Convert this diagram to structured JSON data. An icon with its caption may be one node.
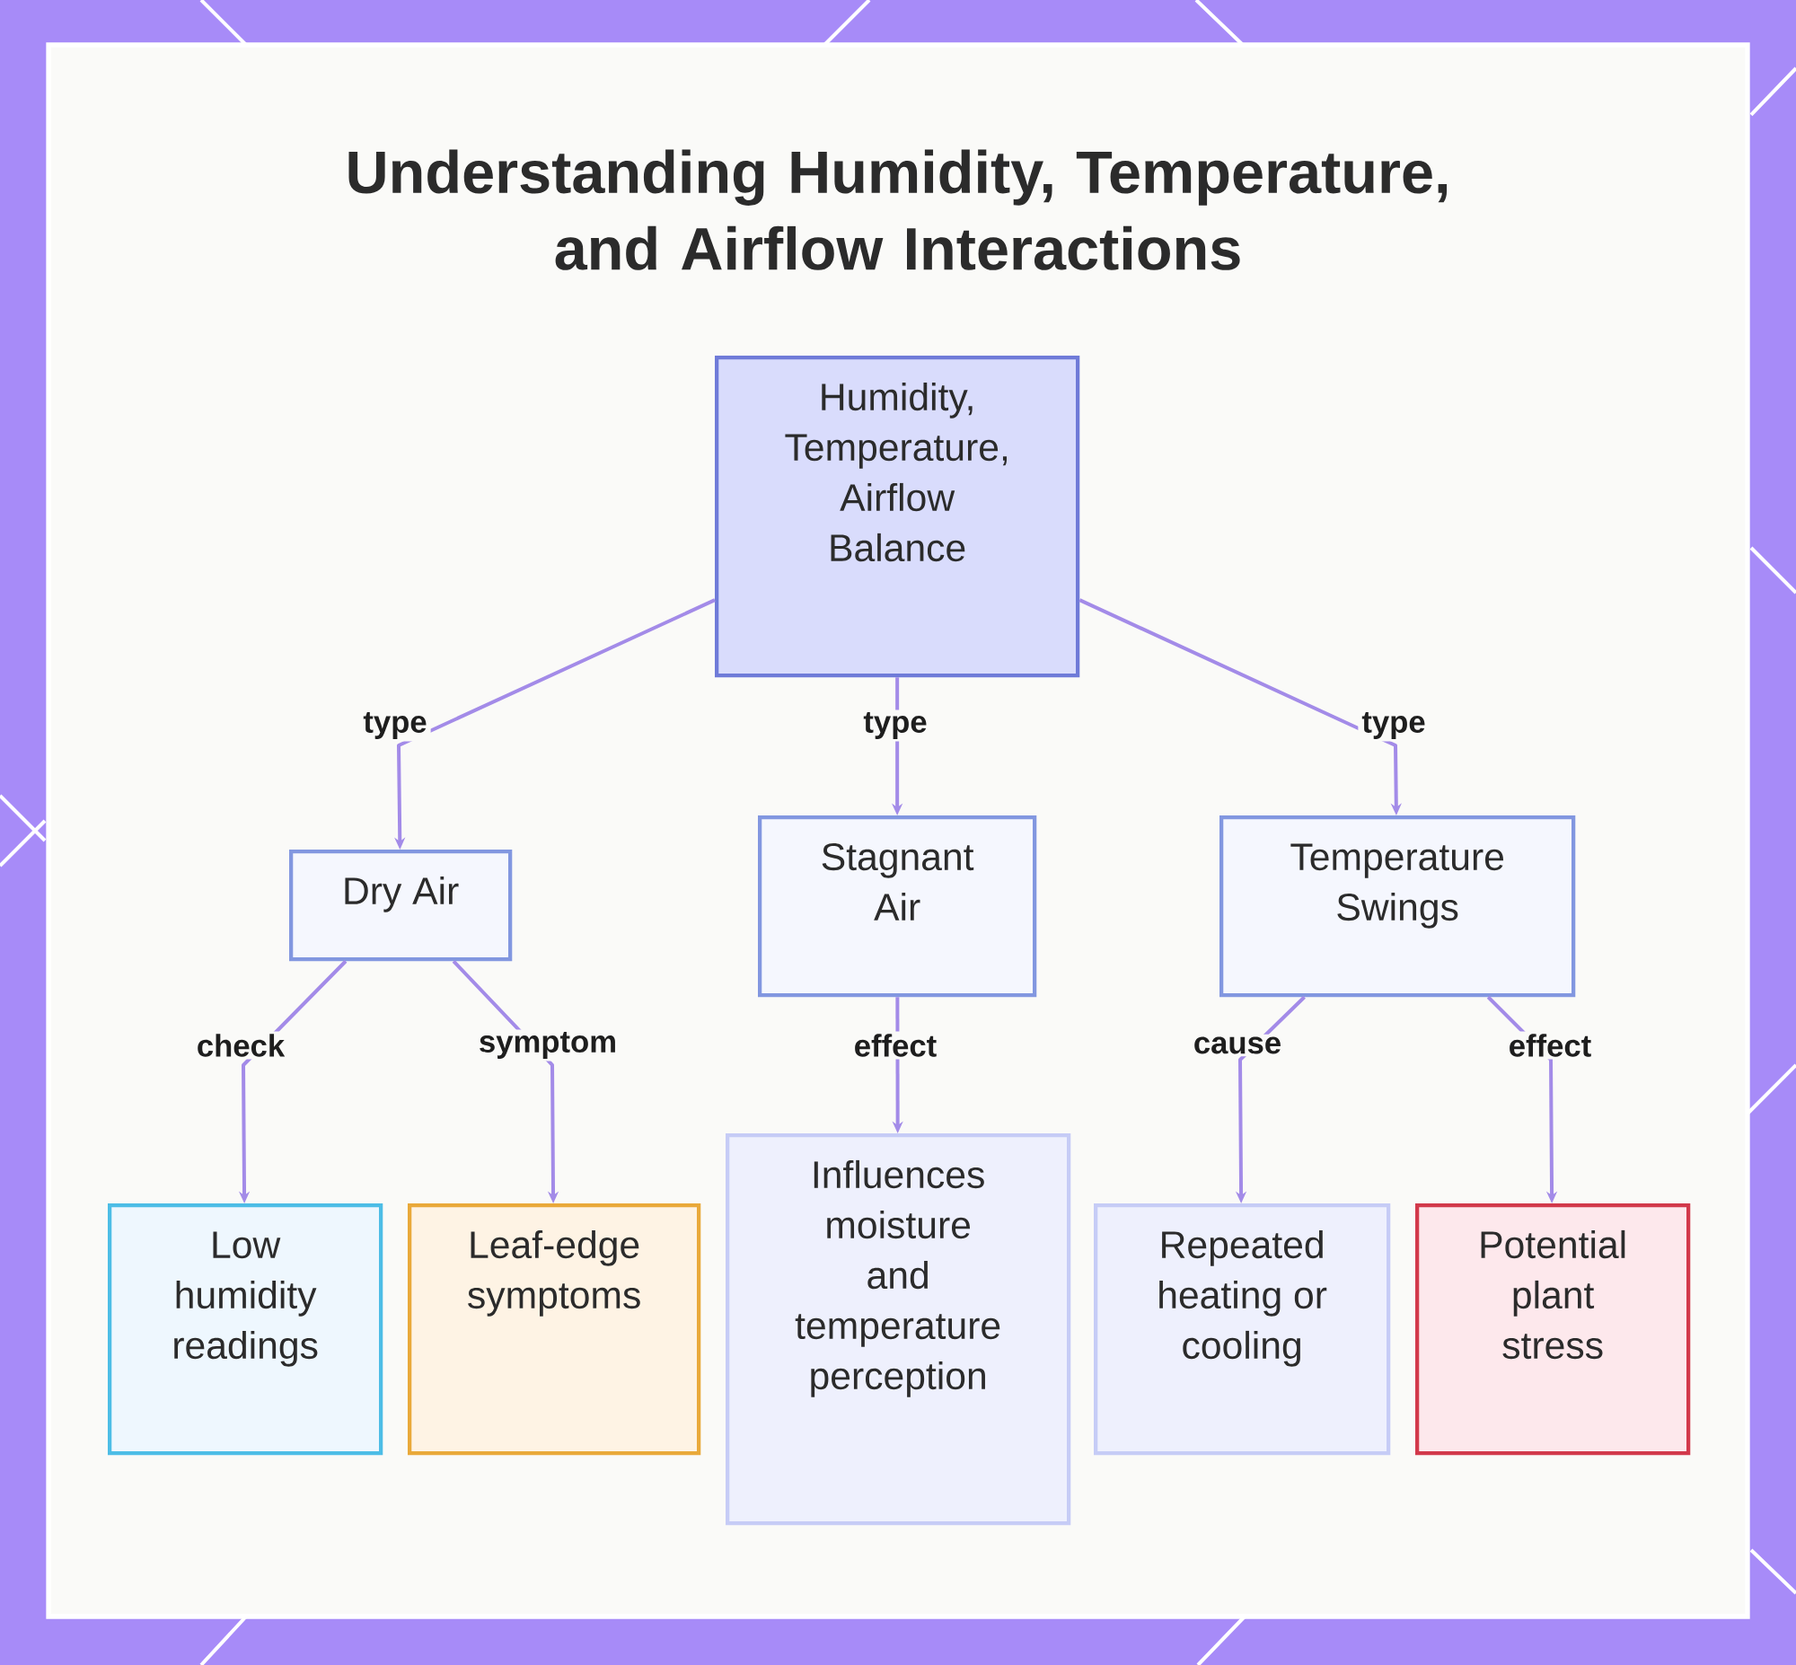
{
  "diagram": {
    "title": "Understanding Humidity, Temperature, and Airflow Interactions",
    "nodes": [
      {
        "text": [
          "Humidity, Temperature, Airflow Balance"
        ]
      },
      {
        "text": [
          "Dry Air"
        ]
      },
      {
        "text": [
          "Stagnant Air"
        ]
      },
      {
        "text": [
          "Temperature Swings"
        ]
      },
      {
        "text": [
          "Low humidity readings"
        ]
      },
      {
        "text": [
          "Leaf-edge symptoms"
        ]
      },
      {
        "text": [
          "Influences moisture and temperature perception"
        ]
      },
      {
        "text": [
          "Repeated heating or cooling"
        ]
      },
      {
        "text": [
          "Potential plant stress"
        ]
      }
    ],
    "edges": [
      {
        "from": 0,
        "to": 1,
        "arrow": "to",
        "label": "type"
      },
      {
        "from": 0,
        "to": 2,
        "arrow": "to",
        "label": "type"
      },
      {
        "from": 0,
        "to": 3,
        "arrow": "to",
        "label": "type"
      },
      {
        "from": 1,
        "to": 4,
        "arrow": "to",
        "label": "check"
      },
      {
        "from": 1,
        "to": 5,
        "arrow": "to",
        "label": "symptom"
      },
      {
        "from": 2,
        "to": 6,
        "arrow": "to",
        "label": "effect"
      },
      {
        "from": 3,
        "to": 7,
        "arrow": "to",
        "label": "cause"
      },
      {
        "from": 3,
        "to": 8,
        "arrow": "to",
        "label": "effect"
      }
    ]
  }
}
